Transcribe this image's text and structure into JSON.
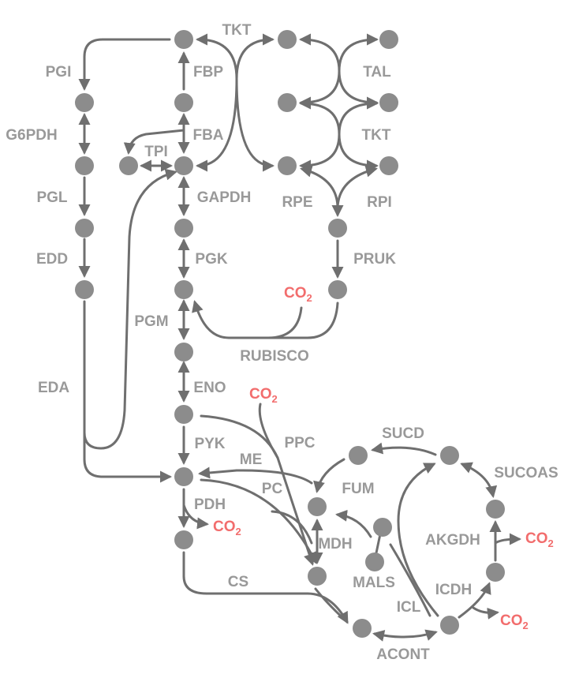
{
  "colors": {
    "node": "#8c8c8c",
    "edge": "#6f6f6f",
    "label": "#999999",
    "co2": "#f26d6d"
  },
  "co2": {
    "main": "CO",
    "sub": "2"
  },
  "enzymes": {
    "tkt_top": "TKT",
    "pgi": "PGI",
    "fbp": "FBP",
    "tal": "TAL",
    "g6pdh": "G6PDH",
    "fba": "FBA",
    "tkt_mid": "TKT",
    "tpi": "TPI",
    "pgl": "PGL",
    "gapdh": "GAPDH",
    "rpe": "RPE",
    "rpi": "RPI",
    "edd": "EDD",
    "pgk": "PGK",
    "pruk": "PRUK",
    "pgm": "PGM",
    "rubisco": "RUBISCO",
    "eda": "EDA",
    "eno": "ENO",
    "ppc": "PPC",
    "sucd": "SUCD",
    "pyk": "PYK",
    "me": "ME",
    "sucoas": "SUCOAS",
    "pc": "PC",
    "fum": "FUM",
    "pdh": "PDH",
    "akgdh": "AKGDH",
    "mdh": "MDH",
    "cs": "CS",
    "mals": "MALS",
    "icdh": "ICDH",
    "icl": "ICL",
    "acont": "ACONT"
  }
}
